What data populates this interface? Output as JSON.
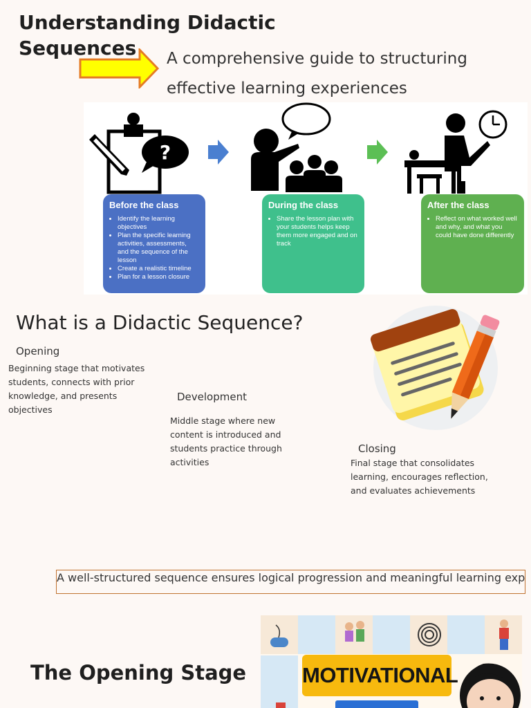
{
  "header": {
    "title": "Understanding Didactic Sequences",
    "subtitle": "A comprehensive guide to structuring effective learning experiences"
  },
  "infographic": {
    "cards": [
      {
        "title": "Before the class",
        "items": [
          "Identify the learning objectives",
          "Plan the specific learning activities, assessments, and the sequence of the lesson",
          "Create a realistic timeline",
          "Plan for a lesson closure"
        ]
      },
      {
        "title": "During the class",
        "items": [
          "Share the lesson plan with your students helps keep them more engaged and on track"
        ]
      },
      {
        "title": "After the class",
        "items": [
          "Reflect on what worked well and why, and what you could have done differently"
        ]
      }
    ],
    "colors": {
      "before": "#4b70c4",
      "during": "#3fc08c",
      "after": "#5fb050"
    }
  },
  "section": {
    "heading": "What is a Didactic Sequence?",
    "stages": [
      {
        "title": "Opening",
        "description": "Beginning stage that motivates students, connects with prior knowledge, and presents objectives"
      },
      {
        "title": "Development",
        "description": "Middle stage where new content is introduced and students practice through activities"
      },
      {
        "title": "Closing",
        "description": "Final stage that consolidates learning, encourages reflection, and evaluates achievements"
      }
    ]
  },
  "callout": {
    "text": "A well-structured sequence ensures logical progression and meaningful learning experiences"
  },
  "opening": {
    "heading": "The Opening Stage",
    "image_text": "MOTIVATIONAL"
  },
  "colors": {
    "accent_orange": "#e57b24",
    "arrow_yellow": "#ffff00",
    "callout_border": "#c0722f"
  },
  "icons": [
    "arrow-right-icon",
    "clipboard-question-icon",
    "teacher-students-icon",
    "student-desk-clock-icon",
    "notepad-pencil-icon"
  ]
}
